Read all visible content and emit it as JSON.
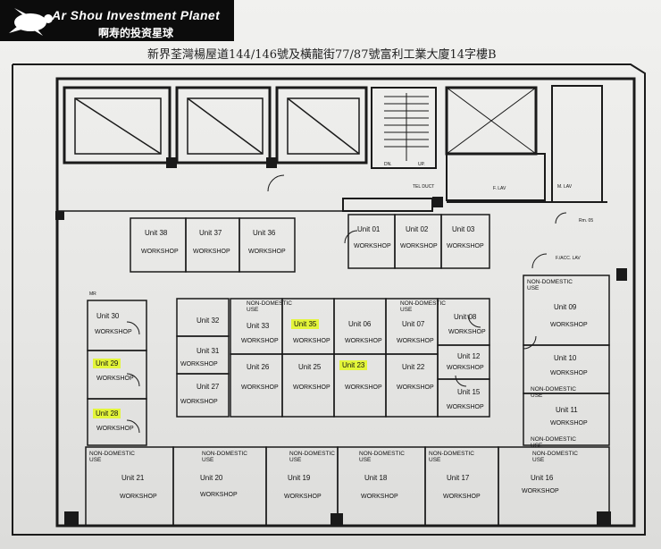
{
  "banner": {
    "title": "Ar Shou Investment Planet",
    "subtitle": "啊寿的投资星球"
  },
  "plan": {
    "heading": "新界荃灣楊屋道144/146號及橫龍街77/87號富利工業大廈14字樓B",
    "word_workshop": "WORKSHOP",
    "word_non_domestic": "NON-DOMESTIC",
    "word_use": "USE",
    "utility": {
      "dn": "DN.",
      "up": "UP.",
      "tel_duct": "TEL DUCT",
      "f_lav": "F. LAV",
      "m_lav": "M. LAV",
      "rm05": "Rm. 05",
      "fac_lav": "F./ACC. LAV",
      "mr": "MR"
    },
    "units": [
      {
        "label": "Unit 38"
      },
      {
        "label": "Unit 37"
      },
      {
        "label": "Unit 36"
      },
      {
        "label": "Unit 01"
      },
      {
        "label": "Unit 02"
      },
      {
        "label": "Unit 03"
      },
      {
        "label": "Unit 30"
      },
      {
        "label": "Unit 29",
        "highlight": true
      },
      {
        "label": "Unit 28",
        "highlight": true
      },
      {
        "label": "Unit 32"
      },
      {
        "label": "Unit 31"
      },
      {
        "label": "Unit 27"
      },
      {
        "label": "Unit 33"
      },
      {
        "label": "Unit 35",
        "highlight": true
      },
      {
        "label": "Unit 06"
      },
      {
        "label": "Unit 07"
      },
      {
        "label": "Unit 08"
      },
      {
        "label": "Unit 26"
      },
      {
        "label": "Unit 25"
      },
      {
        "label": "Unit 23",
        "highlight": true
      },
      {
        "label": "Unit 22"
      },
      {
        "label": "Unit 12"
      },
      {
        "label": "Unit 15"
      },
      {
        "label": "Unit 09"
      },
      {
        "label": "Unit 10"
      },
      {
        "label": "Unit 11"
      },
      {
        "label": "Unit 21"
      },
      {
        "label": "Unit 20"
      },
      {
        "label": "Unit 19"
      },
      {
        "label": "Unit 18"
      },
      {
        "label": "Unit 17"
      },
      {
        "label": "Unit 16"
      }
    ],
    "highlight_color": "#e3f53a"
  }
}
